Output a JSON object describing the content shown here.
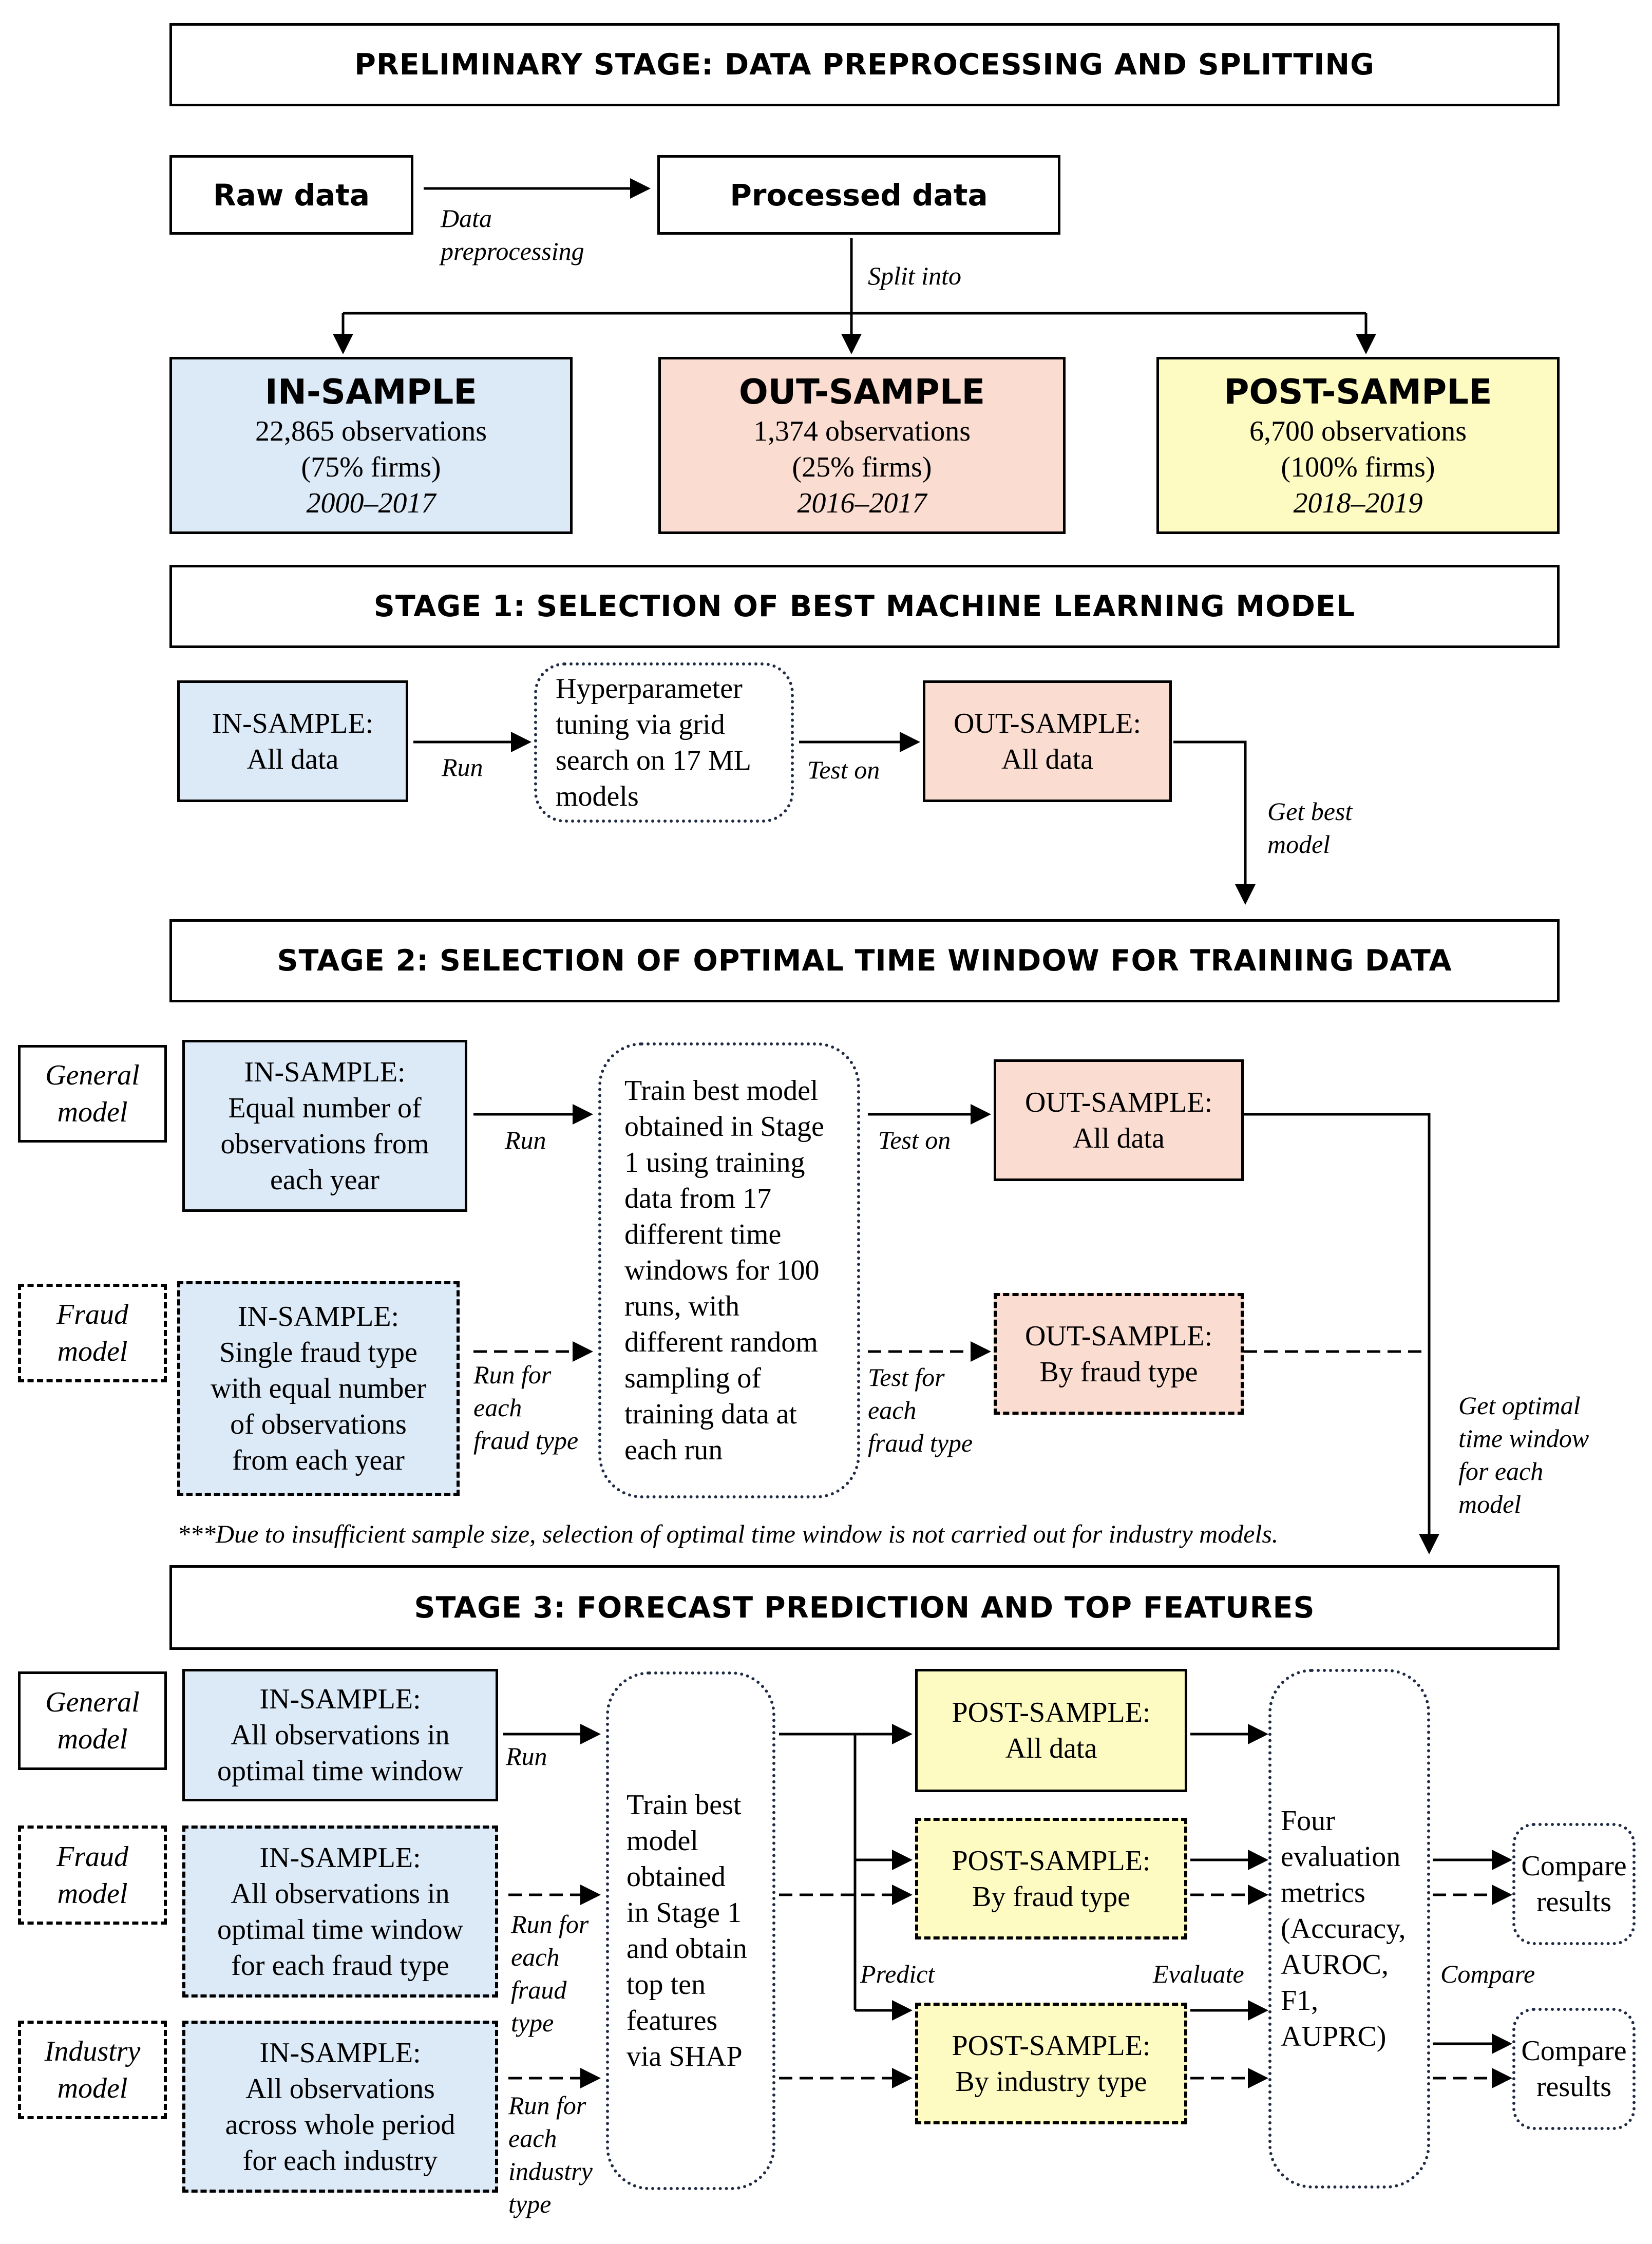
{
  "preliminary": {
    "title": "PRELIMINARY STAGE: DATA PREPROCESSING AND SPLITTING",
    "raw": "Raw data",
    "processed": "Processed data",
    "lbl_preprocess_1": "Data",
    "lbl_preprocess_2": "preprocessing",
    "lbl_split": "Split into",
    "in_sample": {
      "title": "IN-SAMPLE",
      "obs": "22,865 observations",
      "firms": "(75% firms)",
      "years": "2000–2017"
    },
    "out_sample": {
      "title": "OUT-SAMPLE",
      "obs": "1,374 observations",
      "firms": "(25% firms)",
      "years": "2016–2017"
    },
    "post_sample": {
      "title": "POST-SAMPLE",
      "obs": "6,700 observations",
      "firms": "(100% firms)",
      "years": "2018–2019"
    }
  },
  "stage1": {
    "title": "STAGE 1: SELECTION OF BEST MACHINE LEARNING MODEL",
    "in": {
      "l1": "IN-SAMPLE:",
      "l2": "All data"
    },
    "tune": {
      "l1": "Hyperparameter",
      "l2": "tuning via grid",
      "l3": "search on 17 ML",
      "l4": "models"
    },
    "out": {
      "l1": "OUT-SAMPLE:",
      "l2": "All data"
    },
    "lbl_run": "Run",
    "lbl_test": "Test on",
    "lbl_best_1": "Get best",
    "lbl_best_2": "model"
  },
  "stage2": {
    "title": "STAGE 2: SELECTION OF OPTIMAL TIME WINDOW FOR TRAINING DATA",
    "general_label": {
      "l1": "General",
      "l2": "model"
    },
    "fraud_label": {
      "l1": "Fraud",
      "l2": "model"
    },
    "in_general": {
      "l1": "IN-SAMPLE:",
      "l2": "Equal number of",
      "l3": "observations from",
      "l4": "each year"
    },
    "in_fraud": {
      "l1": "IN-SAMPLE:",
      "l2": "Single fraud type",
      "l3": "with equal number",
      "l4": "of observations",
      "l5": "from each year"
    },
    "train": {
      "l1": "Train best model",
      "l2": "obtained in Stage",
      "l3": "1 using training",
      "l4": "data from 17",
      "l5": "different time",
      "l6": "windows for 100",
      "l7": "runs, with",
      "l8": "different random",
      "l9": "sampling of",
      "l10": "training data at",
      "l11": "each run"
    },
    "out_general": {
      "l1": "OUT-SAMPLE:",
      "l2": "All data"
    },
    "out_fraud": {
      "l1": "OUT-SAMPLE:",
      "l2": "By fraud type"
    },
    "lbl_run": "Run",
    "lbl_run_fraud": {
      "l1": "Run for",
      "l2": "each",
      "l3": "fraud type"
    },
    "lbl_test": "Test on",
    "lbl_test_fraud": {
      "l1": "Test for",
      "l2": "each",
      "l3": "fraud type"
    },
    "lbl_optimal": {
      "l1": "Get optimal",
      "l2": "time window",
      "l3": "for each",
      "l4": "model"
    },
    "note": "***Due to insufficient sample size, selection of optimal time window is not carried out for industry models."
  },
  "stage3": {
    "title": "STAGE 3: FORECAST PREDICTION AND TOP FEATURES",
    "general_label": {
      "l1": "General",
      "l2": "model"
    },
    "fraud_label": {
      "l1": "Fraud",
      "l2": "model"
    },
    "industry_label": {
      "l1": "Industry",
      "l2": "model"
    },
    "in_general": {
      "l1": "IN-SAMPLE:",
      "l2": "All observations in",
      "l3": "optimal time window"
    },
    "in_fraud": {
      "l1": "IN-SAMPLE:",
      "l2": "All observations in",
      "l3": "optimal time window",
      "l4": "for each fraud type"
    },
    "in_industry": {
      "l1": "IN-SAMPLE:",
      "l2": "All observations",
      "l3": "across whole period",
      "l4": "for each industry"
    },
    "train": {
      "l1": "Train best",
      "l2": "model",
      "l3": "obtained",
      "l4": "in Stage 1",
      "l5": "and obtain",
      "l6": "top ten",
      "l7": "features",
      "l8": "via SHAP"
    },
    "post_general": {
      "l1": "POST-SAMPLE:",
      "l2": "All data"
    },
    "post_fraud": {
      "l1": "POST-SAMPLE:",
      "l2": "By fraud type"
    },
    "post_industry": {
      "l1": "POST-SAMPLE:",
      "l2": "By industry type"
    },
    "metrics": {
      "l1": "Four",
      "l2": "evaluation",
      "l3": "metrics",
      "l4": "(Accuracy,",
      "l5": "AUROC,",
      "l6": "F1,",
      "l7": "AUPRC)"
    },
    "compare1": {
      "l1": "Compare",
      "l2": "results"
    },
    "compare2": {
      "l1": "Compare",
      "l2": "results"
    },
    "lbl_run": "Run",
    "lbl_run_fraud": {
      "l1": "Run for",
      "l2": "each",
      "l3": "fraud",
      "l4": "type"
    },
    "lbl_run_industry": {
      "l1": "Run for",
      "l2": "each",
      "l3": "industry",
      "l4": "type"
    },
    "lbl_predict": "Predict",
    "lbl_evaluate": "Evaluate",
    "lbl_compare": "Compare"
  },
  "colors": {
    "in_sample": "#dce9f6",
    "out_sample": "#fadcd0",
    "post_sample": "#fdfbc2",
    "dotted_border": "#1f2a44"
  }
}
